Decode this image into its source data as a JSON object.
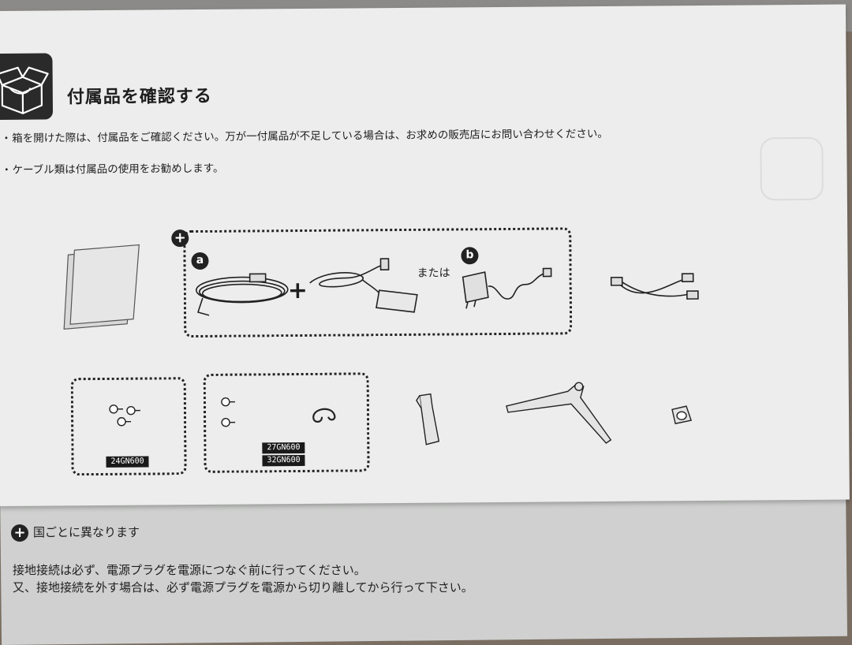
{
  "heading": {
    "title": "付属品を確認する",
    "icon": "open-box-icon"
  },
  "bullets": [
    "箱を開けた際は、付属品をご確認ください。万が一付属品が不足している場合は、お求めの販売店にお問い合わせください。",
    "ケーブル類は付属品の使用をお勧めします。"
  ],
  "accessories": {
    "country_group": {
      "badge": "+",
      "option_a": "a",
      "option_b": "b",
      "or_label": "または",
      "plus": "+"
    },
    "screw_groups": [
      {
        "models": [
          "24GN600"
        ]
      },
      {
        "models": [
          "27GN600",
          "32GN600"
        ]
      }
    ]
  },
  "footnote": {
    "icon_text": "+",
    "text": "国ごとに異なります"
  },
  "warnings": [
    "接地接続は必ず、電源プラグを電源につなぐ前に行ってください。",
    "又、接地接続を外す場合は、必ず電源プラグを電源から切り離してから行って下さい。"
  ],
  "colors": {
    "paper": "#ecedec",
    "ink": "#1e1e1e",
    "lower_paper": "#cfd0cf"
  }
}
